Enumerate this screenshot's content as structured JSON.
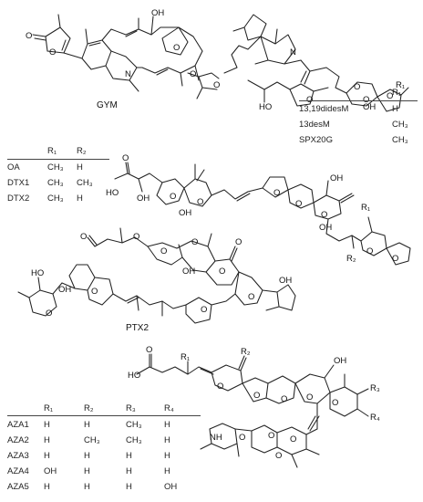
{
  "structures": {
    "gym": {
      "name": "GYM",
      "atoms": {
        "oh": "OH",
        "o_ring": "O",
        "o_lactone": "O",
        "o_carbonyl": "O",
        "n": "N"
      }
    },
    "spx": {
      "atoms": {
        "n": "N",
        "oh_chain": "HO",
        "oh_ring": "OH",
        "r1": "R₁",
        "o_carbonyl": "O",
        "o_lactone": "O",
        "o1": "O",
        "o2": "O",
        "o3": "O",
        "o4": "O"
      }
    },
    "oa": {
      "atoms": {
        "ho": "HO",
        "oh_acid": "OH",
        "o_carbonyl": "O",
        "oh_ring": "OH",
        "oh_top": "OH",
        "oh_mid": "OH",
        "r1": "R₁",
        "r2": "R₂",
        "o1": "O",
        "o2": "O",
        "o3": "O",
        "o4": "O",
        "o5": "O",
        "o6": "O",
        "o7": "O"
      }
    },
    "ptx": {
      "name": "PTX2",
      "atoms": {
        "ho": "HO",
        "oh_ring": "OH",
        "oh_mid": "OH",
        "oh_end": "OH",
        "o_carbonyl": "O",
        "o_ketone": "O",
        "o1": "O",
        "o2": "O",
        "o3": "O",
        "o4": "O",
        "o5": "O",
        "o6": "O",
        "o7": "O",
        "o8": "O"
      }
    },
    "aza": {
      "atoms": {
        "ho": "HO",
        "o_carbonyl": "O",
        "r1": "R₁",
        "r2": "R₂",
        "r3": "R₃",
        "r4": "R₄",
        "oh": "OH",
        "nh": "NH",
        "o1": "O",
        "o2": "O",
        "o3": "O",
        "o4": "O",
        "o5": "O",
        "o6": "O",
        "o7": "O",
        "o8": "O",
        "o9": "O"
      }
    }
  },
  "tables": {
    "spx": {
      "headers": [
        "",
        "R₁"
      ],
      "rows": [
        [
          "13,19didesM",
          "H"
        ],
        [
          "13desM",
          "CH₃"
        ],
        [
          "SPX20G",
          "CH₃"
        ]
      ]
    },
    "oa": {
      "headers": [
        "",
        "R₁",
        "R₂"
      ],
      "rows": [
        [
          "OA",
          "CH₃",
          "H"
        ],
        [
          "DTX1",
          "CH₃",
          "CH₃"
        ],
        [
          "DTX2",
          "CH₃",
          "H"
        ]
      ]
    },
    "aza": {
      "headers": [
        "",
        "R₁",
        "R₂",
        "R₃",
        "R₄"
      ],
      "rows": [
        [
          "AZA1",
          "H",
          "H",
          "CH₃",
          "H"
        ],
        [
          "AZA2",
          "H",
          "CH₃",
          "CH₃",
          "H"
        ],
        [
          "AZA3",
          "H",
          "H",
          "H",
          "H"
        ],
        [
          "AZA4",
          "OH",
          "H",
          "H",
          "H"
        ],
        [
          "AZA5",
          "H",
          "H",
          "H",
          "OH"
        ]
      ]
    }
  }
}
